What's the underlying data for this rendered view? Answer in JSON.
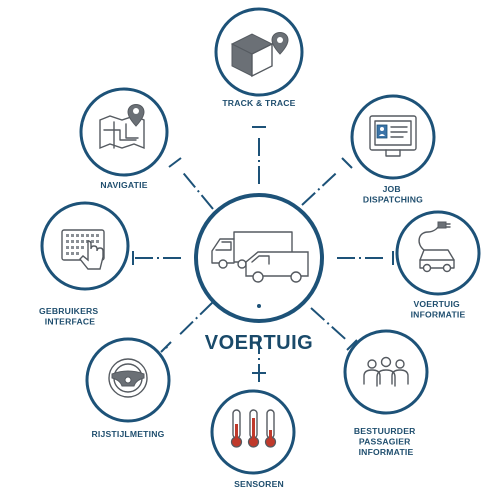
{
  "center": {
    "label": "VOERTUIG",
    "icon": "vehicles-icon"
  },
  "nodes": [
    {
      "key": "track",
      "lines": [
        "TRACK & TRACE"
      ],
      "icon": "package-location-icon"
    },
    {
      "key": "job",
      "lines": [
        "JOB",
        "DISPATCHING"
      ],
      "icon": "monitor-profile-icon"
    },
    {
      "key": "vehicle-info",
      "lines": [
        "VOERTUIG",
        "INFORMATIE"
      ],
      "icon": "electric-car-icon"
    },
    {
      "key": "driver-info",
      "lines": [
        "BESTUURDER",
        "PASSAGIER",
        "INFORMATIE"
      ],
      "icon": "people-group-icon"
    },
    {
      "key": "sensors",
      "lines": [
        "SENSOREN"
      ],
      "icon": "thermometers-icon"
    },
    {
      "key": "driving-style",
      "lines": [
        "RIJSTIJLMETING"
      ],
      "icon": "steering-wheel-icon"
    },
    {
      "key": "ui",
      "lines": [
        "GEBRUIKERS",
        "INTERFACE"
      ],
      "icon": "touchscreen-icon"
    },
    {
      "key": "navigation",
      "lines": [
        "NAVIGATIE"
      ],
      "icon": "map-pin-icon"
    }
  ],
  "colors": {
    "ring": "#1d5278",
    "label": "#1f4e6e",
    "icon": "#555a60",
    "accent": "#3b74a8"
  }
}
